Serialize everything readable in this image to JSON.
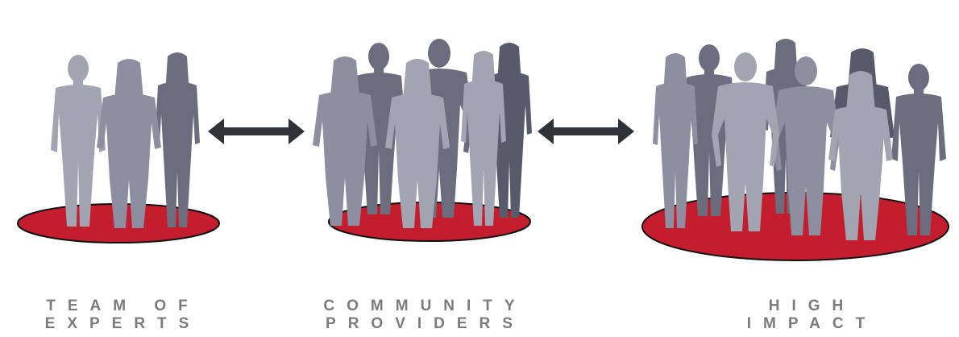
{
  "groups": [
    {
      "id": "team",
      "line1": "TEAM OF",
      "line2": "EXPERTS"
    },
    {
      "id": "community",
      "line1": "COMMUNITY",
      "line2": "PROVIDERS"
    },
    {
      "id": "impact",
      "line1": "HIGH",
      "line2": "IMPACT"
    }
  ],
  "colors": {
    "disc": "#c41e2e",
    "disc_outline": "#111111",
    "arrow": "#2e3338",
    "label": "#7a7b7e",
    "person_light": "#a2a4b2",
    "person_mid": "#8d8fa1",
    "person_dark": "#6b6d7e",
    "person_darker": "#575a6b"
  },
  "icons": [
    "person-silhouette-icon",
    "double-arrow-icon"
  ]
}
